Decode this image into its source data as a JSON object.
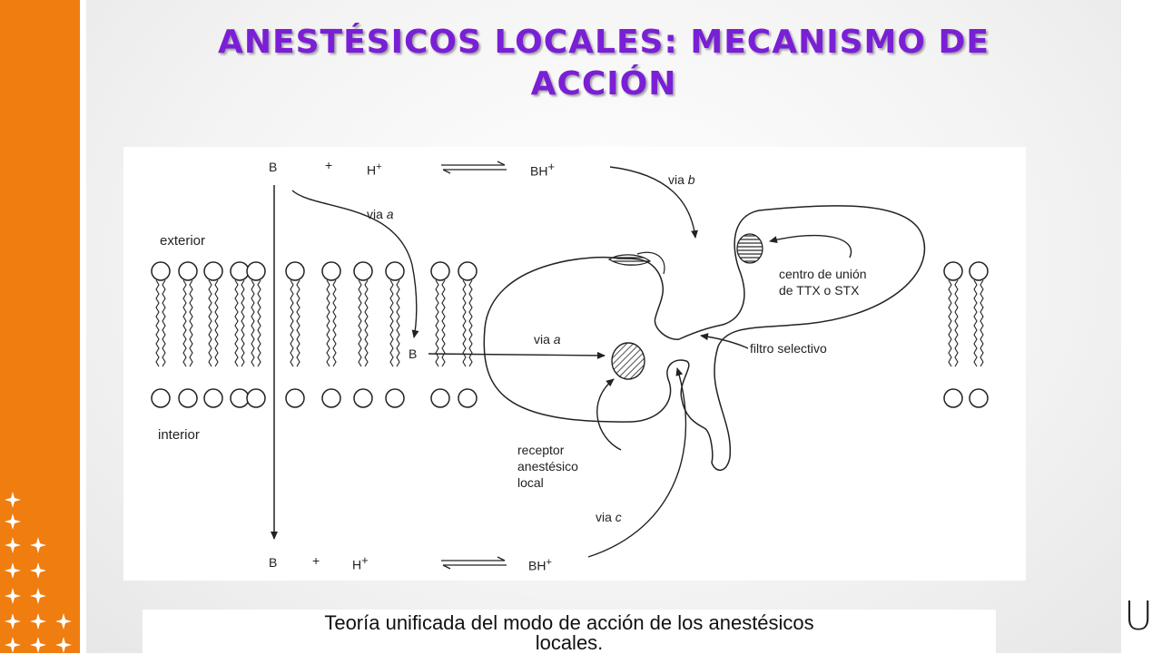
{
  "slide": {
    "title_line1": "ANESTÉSICOS LOCALES: MECANISMO DE",
    "title_line2": "ACCIÓN",
    "caption_line1": "Teoría unificada del modo de acción de los anestésicos",
    "caption_line2": "locales.",
    "corner_letter": "U",
    "accent_color": "#ef7d0f",
    "title_color": "#7a1fd6"
  },
  "diagram": {
    "top_B": "B",
    "top_plus": "+",
    "top_H": "H",
    "top_H_sup": "+",
    "top_BH": "BH",
    "top_BH_sup": "+",
    "via_b_prefix": "via ",
    "via_b_letter": "b",
    "via_a_top_prefix": "via ",
    "via_a_top_letter": "a",
    "exterior": "exterior",
    "interior": "interior",
    "centro_line1": "centro de unión",
    "centro_line2": "de TTX o STX",
    "via_a_mid_prefix": "via ",
    "via_a_mid_letter": "a",
    "mid_B": "B",
    "filtro": "filtro selectivo",
    "receptor_line1": "receptor",
    "receptor_line2": "anestésico",
    "receptor_line3": "local",
    "via_c_prefix": "via ",
    "via_c_letter": "c",
    "bot_B": "B",
    "bot_plus": "+",
    "bot_H": "H",
    "bot_H_sup": "+",
    "bot_BH": "BH",
    "bot_BH_sup": "+"
  }
}
